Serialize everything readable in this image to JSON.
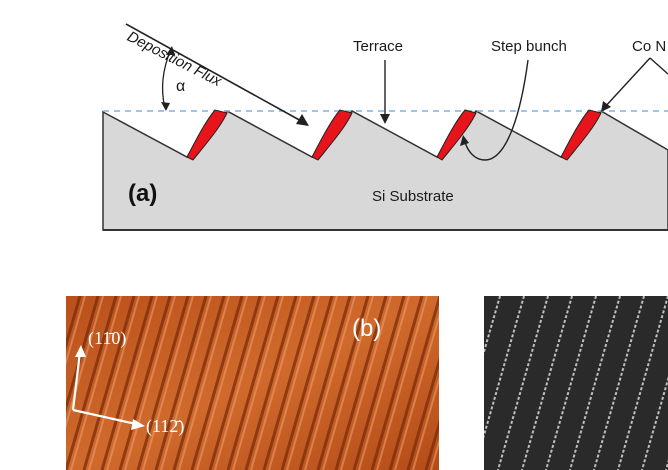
{
  "panel_a": {
    "flux_label": "Deposition Flux",
    "angle_label": "α",
    "terrace_label": "Terrace",
    "step_bunch_label": "Step bunch",
    "co_label": "Co N",
    "substrate_label": "Si Substrate",
    "panel_tag": "(a)"
  },
  "panel_b": {
    "panel_tag": "(b)",
    "axis_up_label": "(11̄0)",
    "axis_right_label": "(112̄)"
  },
  "colors": {
    "substrate": "#d8d8d8",
    "nanowire": "#e8141c",
    "dashed_line": "#7fb0e0",
    "afm_base": "#c4581e",
    "sem_base": "#2a2a2a"
  }
}
